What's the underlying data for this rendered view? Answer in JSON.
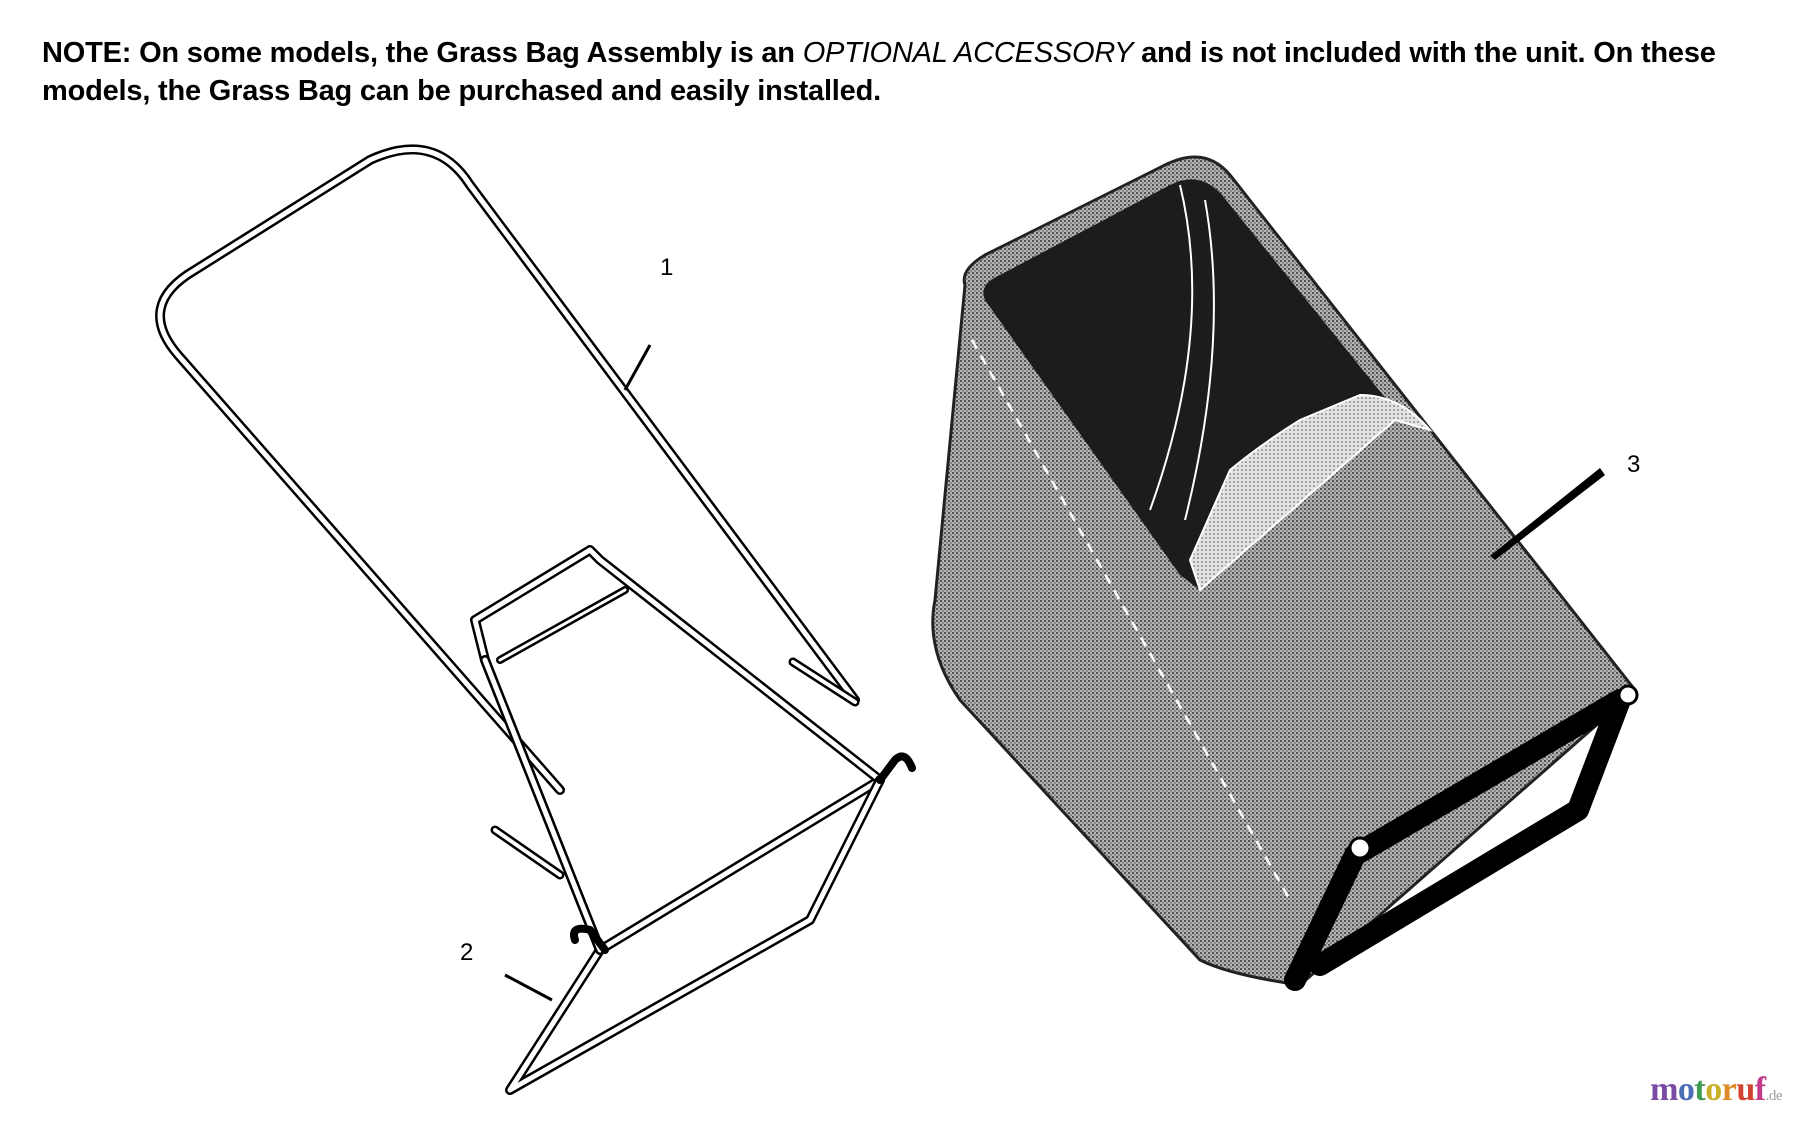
{
  "note": {
    "prefix": "NOTE: On some models, the Grass Bag Assembly is an ",
    "emphasis": "OPTIONAL ACCESSORY",
    "suffix": " and is not included with the unit. On these models, the Grass Bag can be purchased and easily installed."
  },
  "callouts": {
    "part_1": "1",
    "part_2": "2",
    "part_3": "3"
  },
  "watermark": {
    "letters": [
      {
        "char": "m",
        "color": "#7b4aa5"
      },
      {
        "char": "o",
        "color": "#4a6fb5"
      },
      {
        "char": "t",
        "color": "#3f9c52"
      },
      {
        "char": "o",
        "color": "#c9b02a"
      },
      {
        "char": "r",
        "color": "#e08a2a"
      },
      {
        "char": "u",
        "color": "#d2432f"
      },
      {
        "char": "f",
        "color": "#c23b8a"
      }
    ],
    "suffix": ".de"
  },
  "colors": {
    "line": "#000000",
    "bag_fill": "#9a9a9a",
    "bag_interior": "#1e1e1e",
    "grass_fill": "#c8c8c8"
  }
}
